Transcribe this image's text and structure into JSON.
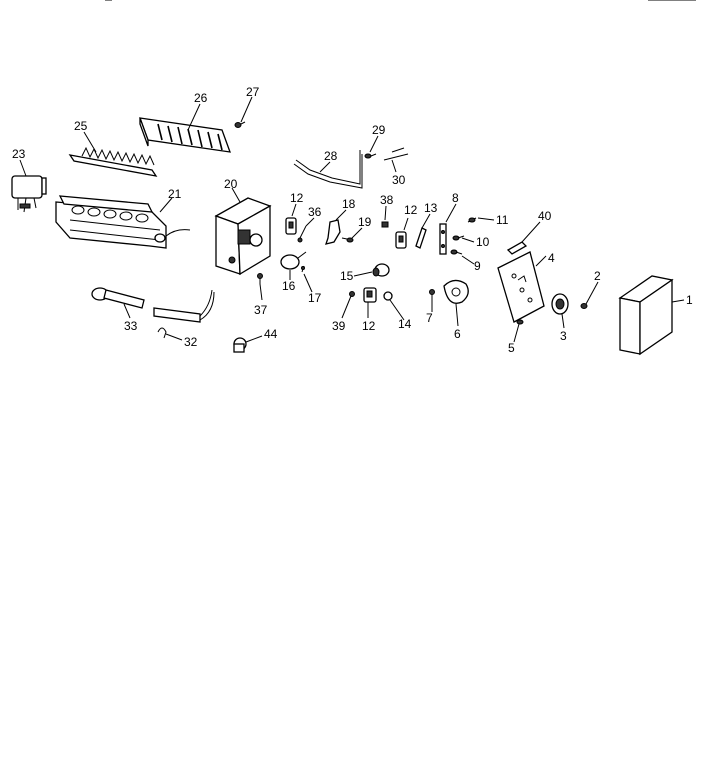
{
  "diagram": {
    "labels": {
      "p1": "1",
      "p2": "2",
      "p3": "3",
      "p4": "4",
      "p5": "5",
      "p6": "6",
      "p7": "7",
      "p8": "8",
      "p9": "9",
      "p10": "10",
      "p11": "11",
      "p12a": "12",
      "p12b": "12",
      "p12c": "12",
      "p13": "13",
      "p14": "14",
      "p15": "15",
      "p16": "16",
      "p17": "17",
      "p18": "18",
      "p19": "19",
      "p20": "20",
      "p21": "21",
      "p23": "23",
      "p25": "25",
      "p26": "26",
      "p27": "27",
      "p28": "28",
      "p29": "29",
      "p30": "30",
      "p32": "32",
      "p33": "33",
      "p36": "36",
      "p37": "37",
      "p38": "38",
      "p39": "39",
      "p40": "40",
      "p44": "44"
    }
  }
}
